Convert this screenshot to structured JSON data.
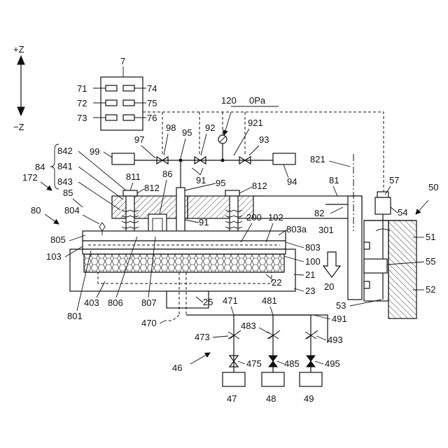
{
  "axis": {
    "plus": "+Z",
    "minus": "−Z"
  },
  "labels": {
    "l7": "7",
    "l71": "71",
    "l72": "72",
    "l73": "73",
    "l74": "74",
    "l75": "75",
    "l76": "76",
    "l120": "120",
    "l0pa": "0Pa",
    "l921": "921",
    "l92": "92",
    "l93": "93",
    "l95a": "95",
    "l95b": "95",
    "l97": "97",
    "l98": "98",
    "l99": "99",
    "l94": "94",
    "l91a": "91",
    "l91b": "91",
    "l842": "842",
    "l841": "841",
    "l843": "843",
    "l84": "84",
    "l811": "811",
    "l86": "86",
    "l812a": "812",
    "l812b": "812",
    "l821": "821",
    "l81": "81",
    "l57": "57",
    "l50": "50",
    "l172": "172",
    "l85": "85",
    "l80": "80",
    "l804": "804",
    "l805": "805",
    "l103": "103",
    "l82": "82",
    "l301": "301",
    "l200": "200",
    "l102": "102",
    "l803a": "803a",
    "l803": "803",
    "l100": "100",
    "l21": "21",
    "l22": "22",
    "l23": "23",
    "l20": "20",
    "l54": "54",
    "l51": "51",
    "l55": "55",
    "l52": "52",
    "l53": "53",
    "l403": "403",
    "l806": "806",
    "l807": "807",
    "l801": "801",
    "l25": "25",
    "l470": "470",
    "l471": "471",
    "l481": "481",
    "l491": "491",
    "l473": "473",
    "l483": "483",
    "l493": "493",
    "l46": "46",
    "l475": "475",
    "l485": "485",
    "l495": "495",
    "l47": "47",
    "l48": "48",
    "l49": "49"
  }
}
